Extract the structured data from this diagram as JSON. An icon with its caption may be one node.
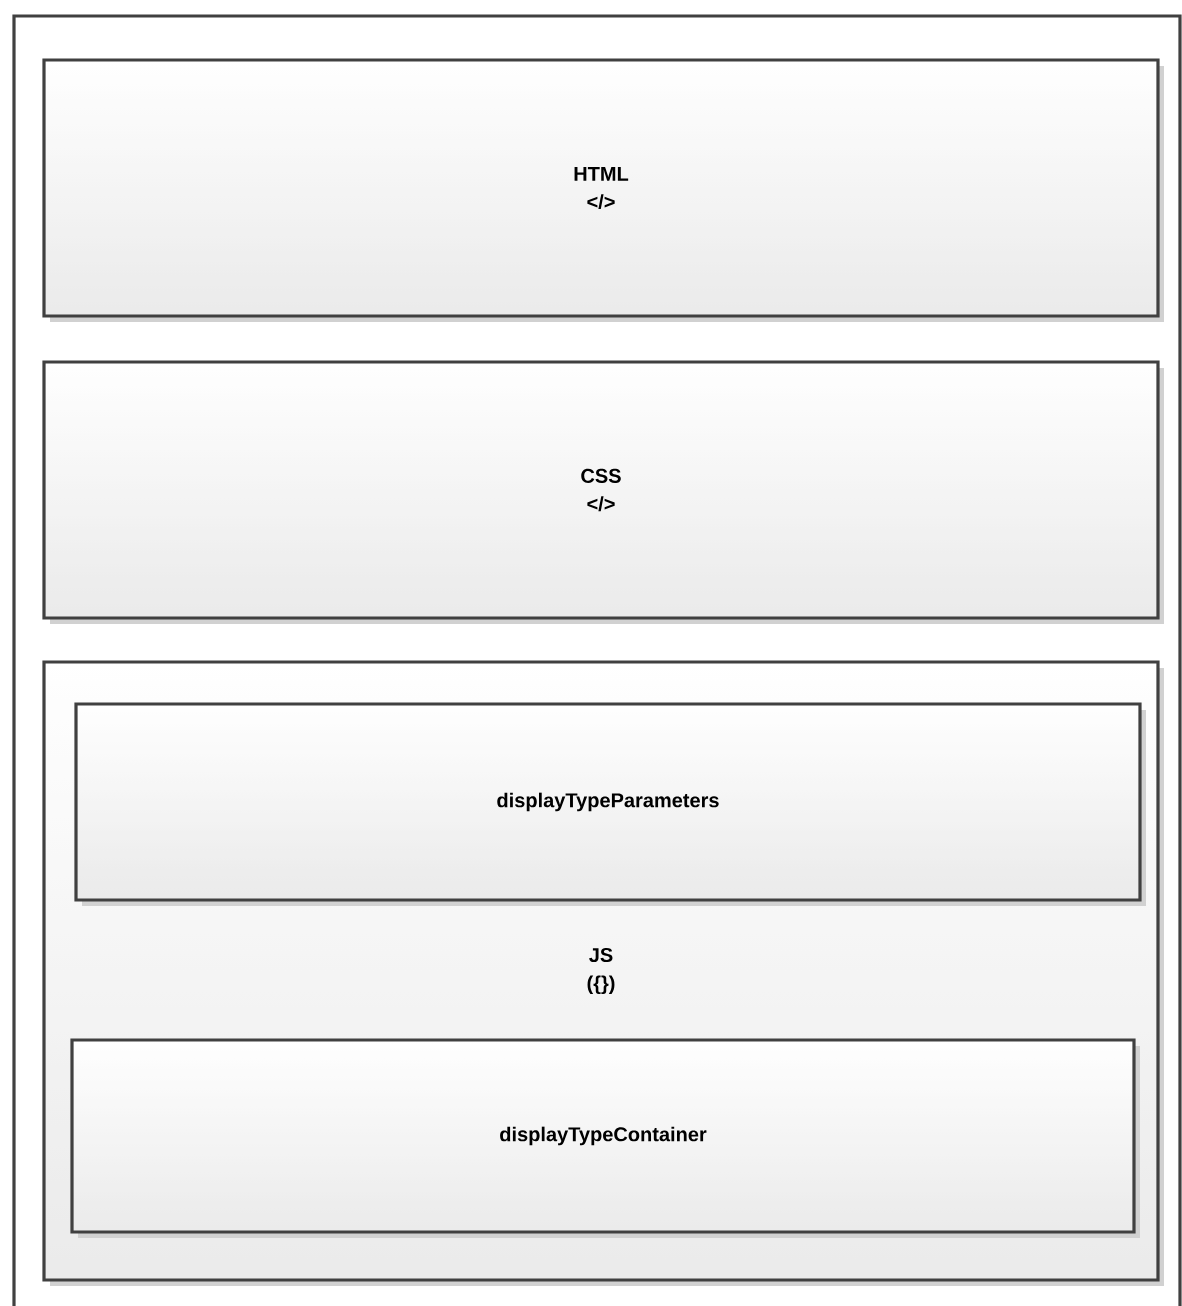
{
  "diagram": {
    "nodes": [
      {
        "text": [],
        "shape": "box"
      },
      {
        "text": [
          "HTML",
          "</>"
        ],
        "in": 0
      },
      {
        "text": [
          "CSS",
          "</>"
        ],
        "in": 0
      },
      {
        "text": [
          "JS",
          "({})"
        ],
        "in": 0
      },
      {
        "text": [
          "displayTypeParameters"
        ],
        "in": 3
      },
      {
        "text": [
          "displayTypeContainer"
        ],
        "in": 3
      }
    ]
  }
}
